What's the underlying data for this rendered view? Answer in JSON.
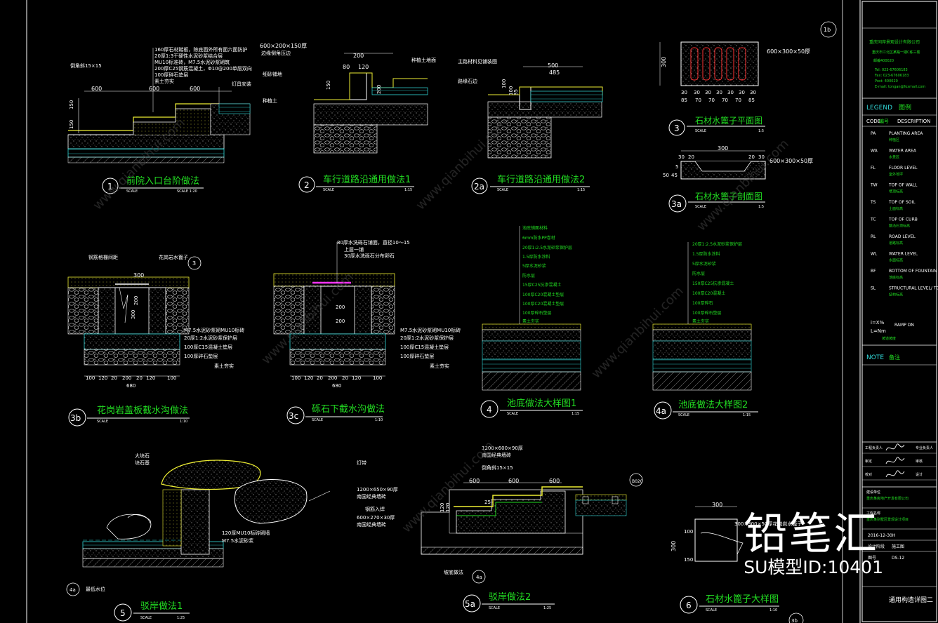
{
  "colors": {
    "bg": "#000000",
    "green": "#22dd22",
    "white": "#ffffff",
    "cyan": "#33dddd",
    "yellow": "#eeee33",
    "magenta": "#ff33ff",
    "blue": "#3377ff"
  },
  "details": [
    {
      "num": "1",
      "title": "前院入口台阶做法",
      "scale": "SCALE 1:20"
    },
    {
      "num": "2",
      "title": "车行道路沿通用做法1",
      "scale": "1:15"
    },
    {
      "num": "2a",
      "title": "车行道路沿通用做法2",
      "scale": "1:15"
    },
    {
      "num": "3",
      "title": "石材水篦子平面图",
      "scale": "1:5"
    },
    {
      "num": "3a",
      "title": "石材水篦子剖面图",
      "scale": "1:5"
    },
    {
      "num": "3b",
      "title": "花岗岩盖板截水沟做法",
      "scale": "1:10"
    },
    {
      "num": "3c",
      "title": "砾石下截水沟做法",
      "scale": "1:10"
    },
    {
      "num": "4",
      "title": "池底做法大样图1",
      "scale": "1:15"
    },
    {
      "num": "4a",
      "title": "池底做法大样图2",
      "scale": "1:15"
    },
    {
      "num": "5",
      "title": "驳岸做法1",
      "scale": "1:25"
    },
    {
      "num": "5a",
      "title": "驳岸做法2",
      "scale": "1:25"
    },
    {
      "num": "6",
      "title": "石材水篦子大样图",
      "scale": "1:10"
    }
  ],
  "dims": {
    "d1": [
      "600",
      "600",
      "600",
      "150",
      "150"
    ],
    "d2": [
      "600×200×150厚",
      "200",
      "80",
      "120",
      "150",
      "200"
    ],
    "d2a": [
      "500",
      "485",
      "100",
      "100",
      "35"
    ],
    "d3": [
      "600×300×50厚",
      "30",
      "30",
      "30",
      "30",
      "30",
      "30",
      "30",
      "85",
      "70",
      "70",
      "70",
      "70",
      "85",
      "300"
    ],
    "d3a": [
      "300",
      "30",
      "20",
      "20",
      "30",
      "600×300×50厚",
      "50",
      "45",
      "5"
    ],
    "d3b": [
      "300",
      "100",
      "120",
      "20",
      "200",
      "20",
      "120",
      "100",
      "680",
      "200",
      "300"
    ],
    "d3c": [
      "80厚水洗砾石铺面，直径10～15",
      "100",
      "120",
      "20",
      "200",
      "20",
      "120",
      "100",
      "680",
      "200",
      "200"
    ],
    "d5a": [
      "1200×600×90厚",
      "600",
      "600",
      "600",
      "1200×650×90厚",
      "600×270×30厚",
      "120",
      "120",
      "25"
    ],
    "d6": [
      "300",
      "300×300×50厚花岗岩水篦子",
      "300",
      "100",
      "150"
    ]
  },
  "notes": {
    "n1": [
      "160厚石材踏板，除底面外所有面六面防护",
      "20厚1:3干硬性水泥砂浆结合层",
      "MU10标准砖，M7.5水泥砂浆砌筑",
      "200厚C25钢筋混凝土，Φ10@200单层双向",
      "100厚碎石垫层",
      "素土夯实"
    ],
    "n1b": [
      "倒角斜15×15",
      "灯具安装"
    ],
    "n2": [
      "边缘倒角压边",
      "细砂铺地",
      "种植土",
      "种植土地面"
    ],
    "n2a": [
      "主路材料见铺装图",
      "路缘石边"
    ],
    "n3b": [
      "M7.5水泥砂浆砌MU10标砖",
      "20厚1:2水泥砂浆保护层",
      "100厚C15混凝土垫层",
      "100厚碎石垫层",
      "素土夯实",
      "钢筋格栅间距",
      "花岗岩水篦子"
    ],
    "n3c": [
      "上层一铺",
      "30厚水洗砾石分布卵石"
    ],
    "n4": [
      "池底铺面材料",
      "6mm防水PP卷材",
      "20厚1:2.5水泥砂浆保护层",
      "1.5厚防水涂料",
      "5厚水泥砂浆",
      "防水层",
      "15厚C25抗渗混凝土",
      "100厚C20混凝土垫层",
      "100厚C20混凝土垫层",
      "100厚碎石垫层",
      "素土夯实"
    ],
    "n4a": [
      "20厚1:2.5水泥砂浆保护层",
      "1.5厚防水涂料",
      "5厚水泥砂浆",
      "防水层",
      "150厚C25抗渗混凝土",
      "100厚C20混凝土",
      "100厚碎石",
      "100厚碎石垫层",
      "素土夯实"
    ],
    "n5": [
      "大块石",
      "块石基",
      "120厚MU10标砖砌墙",
      "M7.5水泥砂浆",
      "最低水位"
    ],
    "n5a": [
      "灯带",
      "倒角斜15×15",
      "南国经典墙砖",
      "南国经典墙砖",
      "钢筋入焊",
      "坡底做法"
    ]
  },
  "legend": {
    "title": "LEGEND",
    "title_cn": "图例",
    "code_label": "CODE",
    "code_cn": "编号",
    "desc_label": "DESCRIPTION",
    "items": [
      {
        "code": "PA",
        "en": "PLANTING AREA",
        "cn": "种植区"
      },
      {
        "code": "WA",
        "en": "WATER AREA",
        "cn": "水景区"
      },
      {
        "code": "FL",
        "en": "FLOOR LEVEL",
        "cn": "室外地坪"
      },
      {
        "code": "TW",
        "en": "TOP OF WALL",
        "cn": "墙顶标高"
      },
      {
        "code": "TS",
        "en": "TOP OF SOIL",
        "cn": "土面标高"
      },
      {
        "code": "TC",
        "en": "TOP OF CURB",
        "cn": "路沿石顶标高"
      },
      {
        "code": "RL",
        "en": "ROAD LEVEL",
        "cn": "道路标高"
      },
      {
        "code": "WL",
        "en": "WATER LEVEL",
        "cn": "水面标高"
      },
      {
        "code": "BF",
        "en": "BOTTOM OF FOUNTAIN POND/POOL",
        "cn": "池底标高"
      },
      {
        "code": "SL",
        "en": "STRUCTURAL LEVEL/ TOP OF SLAB",
        "cn": "结构标高"
      }
    ],
    "ramp": [
      "i=X%",
      "L=Nm",
      "RAMP DN",
      "坡道坡度"
    ]
  },
  "note": {
    "title": "NOTE",
    "title_cn": "备注"
  },
  "company": {
    "name": "重庆同岸景观设计有限公司",
    "lines": [
      "重庆市江北区某路一期C栋三楼",
      "邮编400020",
      "Tel: 023-67606183",
      "Fax: 023-67606183",
      "Post: 400020",
      "E-mail: tongan@foxmail.com"
    ]
  },
  "signatures": [
    {
      "label": "工程负责人",
      "label2": "专业负责人"
    },
    {
      "label": "审定",
      "label2": "审核"
    },
    {
      "label": "校对",
      "label2": "设计"
    }
  ],
  "project": {
    "client_label": "建设单位",
    "client": "重庆某房地产开发有限公司",
    "name_label": "工程名称",
    "name": "重庆某别墅区景观设计项目",
    "date": "2016-12-30H",
    "stage_label": "设计阶段",
    "stage": "施工图",
    "sheet_label": "图号",
    "sheet": "DS-12",
    "title": "通用构造详图二"
  },
  "refs": {
    "r1": "1b",
    "r2": "B020",
    "r3": "3b",
    "r4": "3",
    "r5": "4a"
  },
  "watermark": {
    "brand": "铅笔汇",
    "id": "SU模型ID:10401",
    "url": "www.qianbihui.com"
  }
}
